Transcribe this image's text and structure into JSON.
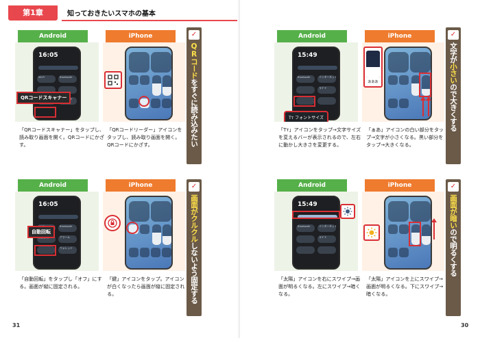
{
  "header": {
    "chapter": "第1章",
    "title": "知っておきたいスマホの基本"
  },
  "tabs": {
    "android": "Android",
    "iphone": "iPhone"
  },
  "page_numbers": {
    "left": "31",
    "right": "30"
  },
  "phone_time": "16:05",
  "phone_time_right": "15:49",
  "sections": {
    "qr": {
      "heading_pre": "QRコード",
      "heading_post": "をすぐに読み込みたい",
      "android_label": "QRコードスキャナー",
      "android_caption": "「QRコードスキャナー」をタップし、読み取り画面を開く。QRコードにかざす。",
      "iphone_caption": "「QRコードリーダー」アイコンをタップし、読み取り画面を開く。QRコードにかざす。"
    },
    "rotate": {
      "heading_pre": "画面がクルクル",
      "heading_post": "しないよう固定する",
      "android_label": "自動回転",
      "android_caption": "「自動回転」をタップし「オフ」にする。画面が縦に固定される。",
      "iphone_caption": "「鍵」アイコンをタップ。アイコンが白くなったら画面が縦に固定される。"
    },
    "font": {
      "heading_pre": "文字が",
      "heading_hl": "小さい",
      "heading_post": "ので大きくする",
      "android_chip": "フォントサイズ",
      "android_caption": "「Tт」アイコンをタップ→文字サイズを変えるバーが表示されるので、左右に動かし大きさを変更する。",
      "iphone_label": "あああ",
      "iphone_caption": "「ぁあ」アイコンの白い部分をタップ→文字が小さくなる。黒い部分をタップ→大きくなる。"
    },
    "bright": {
      "heading_pre": "画面が暗い",
      "heading_post": "ので明るくする",
      "android_caption": "「太陽」アイコンを右にスワイプ→画面が明るくなる。左にスワイプ→暗くなる。",
      "iphone_caption": "「太陽」アイコンを上にスワイプ→画面が明るくなる。下にスワイプ→暗くなる。"
    }
  },
  "tile_labels": {
    "wifi": "Wi-Fi",
    "bluetooth": "Bluetooth",
    "qr_tile": "QRコード",
    "wallet": "ウォレット",
    "auto_rotate": "自動回転",
    "alarm": "アラーム",
    "internet": "インターネット",
    "flashlight": "ライト"
  },
  "colors": {
    "accent": "#e8474d",
    "android": "#56b04a",
    "iphone": "#ef7b2e",
    "heading": "#6b5a48",
    "highlight": "#ffe14a"
  },
  "progress": {
    "font_fill": 0.35,
    "bright_fill": 0.6
  }
}
